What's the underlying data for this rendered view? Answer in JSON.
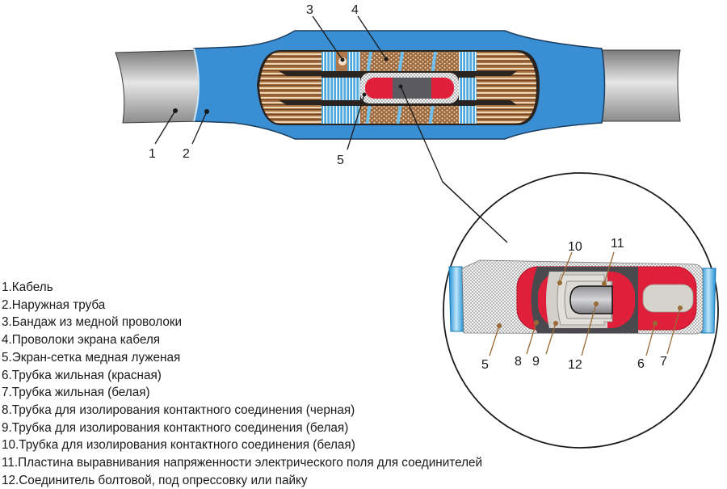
{
  "diagram": {
    "title": "Соединительная муфта кабеля",
    "top_labels": [
      {
        "id": "1",
        "text": "1"
      },
      {
        "id": "2",
        "text": "2"
      },
      {
        "id": "3",
        "text": "3"
      },
      {
        "id": "4",
        "text": "4"
      },
      {
        "id": "5",
        "text": "5"
      }
    ],
    "detail_labels": [
      {
        "id": "5",
        "text": "5"
      },
      {
        "id": "8",
        "text": "8"
      },
      {
        "id": "9",
        "text": "9"
      },
      {
        "id": "10",
        "text": "10"
      },
      {
        "id": "11",
        "text": "11"
      },
      {
        "id": "12",
        "text": "12"
      },
      {
        "id": "6",
        "text": "6"
      },
      {
        "id": "7",
        "text": "7"
      }
    ],
    "colors": {
      "outer_tube_blue": "#3a8fd4",
      "outer_tube_stroke": "#1c3d5e",
      "cable_grey": "#a8a8a8",
      "copper": "#b07a4e",
      "copper_light": "#f2d9bf",
      "shield_blue": "#5ab4e6",
      "red_tube": "#e0203a",
      "white_tube": "#d8d4ce",
      "black_tube": "#4a4a4e",
      "mesh": "#cfcfcf",
      "marker": "#9a6a36"
    }
  },
  "legend": {
    "items": [
      "1.Кабель",
      "2.Наружная труба",
      "3.Бандаж из медной проволоки",
      "4.Проволоки экрана кабеля",
      "5.Экран-сетка медная луженая",
      "6.Трубка жильная (красная)",
      "7.Трубка жильная (белая)",
      "8.Трубка для изолирования контактного соединения (черная)",
      "9.Трубка для изолирования контактного соединения (белая)",
      "10.Трубка для изолирования контактного соединения (белая)",
      "11.Пластина выравнивания напряженности электрического поля для соединителей",
      "12.Соединитель болтовой, под опрессовку или пайку"
    ]
  }
}
